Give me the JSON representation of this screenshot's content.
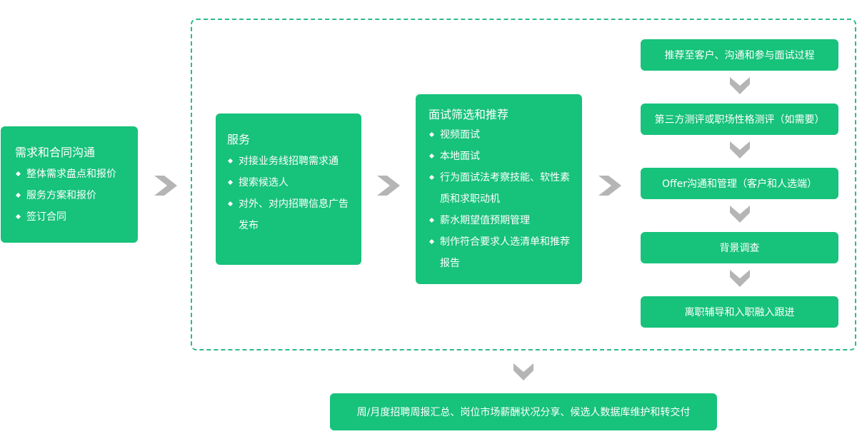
{
  "stage1": {
    "title": "需求和合同沟通",
    "items": [
      "整体需求盘点和报价",
      "服务方案和报价",
      "签订合同"
    ]
  },
  "stage2": {
    "title": "服务",
    "items": [
      "对接业务线招聘需求通",
      "搜索候选人",
      "对外、对内招聘信息广告发布"
    ]
  },
  "stage3": {
    "title": "面试筛选和推荐",
    "items": [
      "视频面试",
      "本地面试",
      "行为面试法考察技能、软性素质和求职动机",
      "薪水期望值预期管理",
      "制作符合要求人选清单和推荐报告"
    ]
  },
  "stage4": {
    "steps": [
      "推荐至客户、沟通和参与面试过程",
      "第三方测评或职场性格测评（如需要）",
      "Offer沟通和管理（客户和人选端）",
      "背景调查",
      "离职辅导和入职融入跟进"
    ]
  },
  "final": {
    "label": "周/月度招聘周报汇总、岗位市场薪酬状况分享、候选人数据库维护和转交付"
  },
  "colors": {
    "box": "#17c27b",
    "dashed_border": "#2fb98a",
    "arrow": "#b5b5b5"
  },
  "icons": {
    "flow_arrow_right": "chevron-right-icon",
    "flow_arrow_down": "chevron-down-icon"
  }
}
